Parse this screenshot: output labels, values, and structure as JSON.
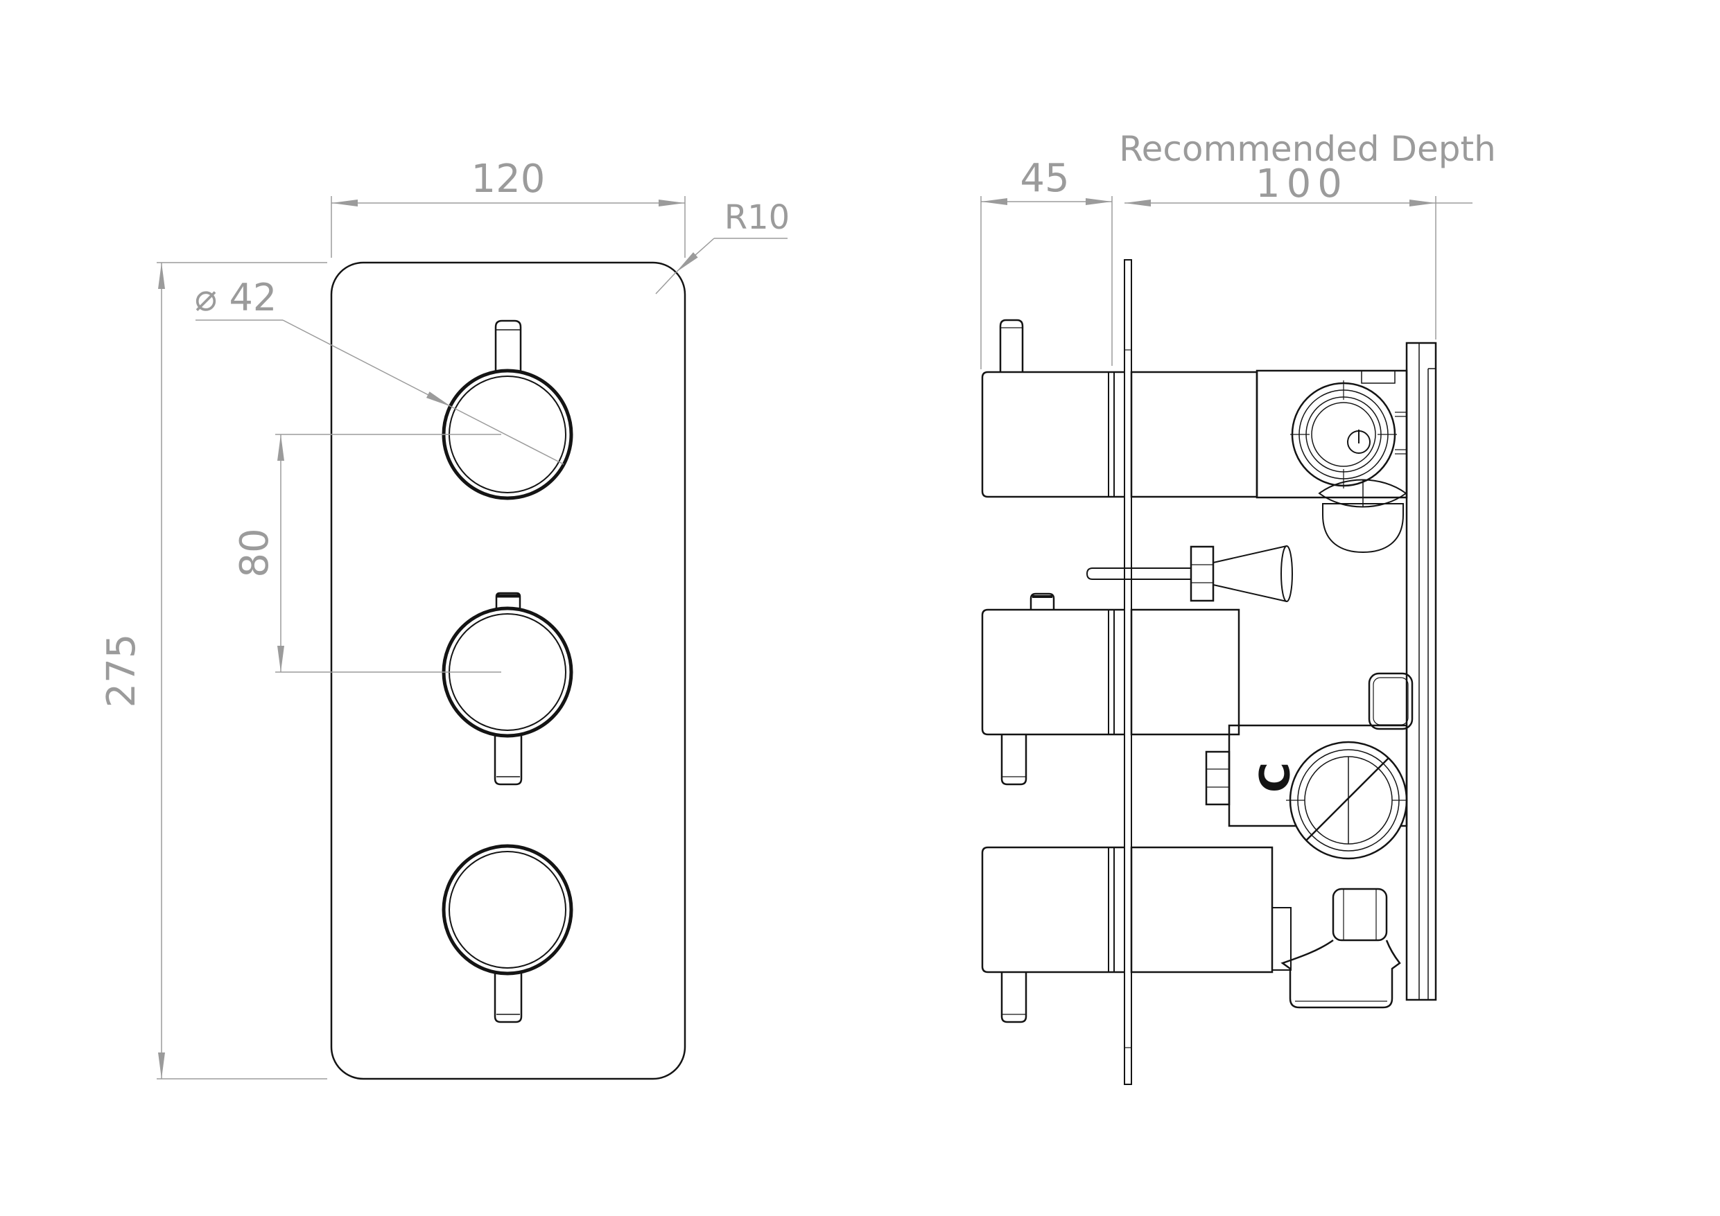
{
  "drawing": {
    "front_view": {
      "width_dim": "120",
      "height_dim": "275",
      "knob_spacing_dim": "80",
      "knob_diameter_dim": "⌀ 42",
      "corner_radius_dim": "R10"
    },
    "side_view": {
      "handle_projection_dim": "45",
      "recommended_depth_label": "Recommended Depth",
      "recommended_depth_dim": "100",
      "cold_marking": "C"
    },
    "colors": {
      "line": "#141414",
      "dimension": "#9b9b9b",
      "background": "#ffffff"
    }
  }
}
